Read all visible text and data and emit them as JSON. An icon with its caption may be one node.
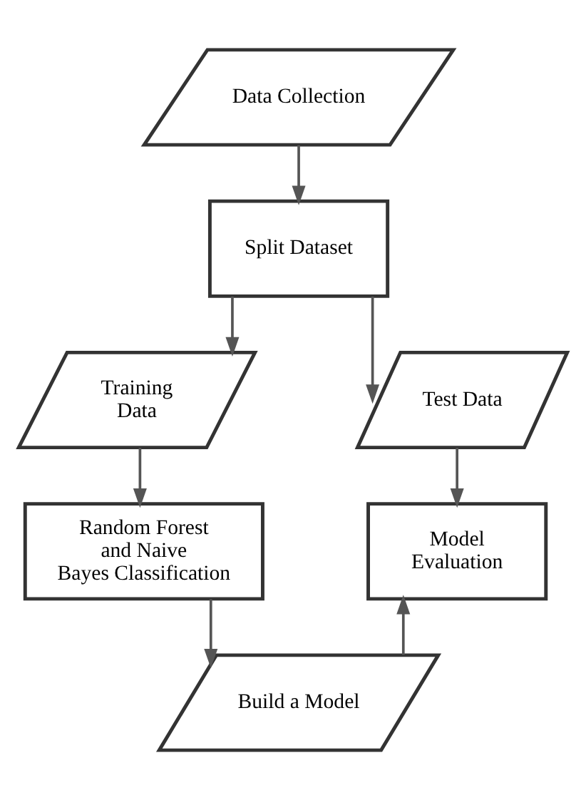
{
  "diagram": {
    "nodes": [
      {
        "text": [
          "Data Collection"
        ]
      },
      {
        "text": [
          "Split Dataset"
        ]
      },
      {
        "text": [
          "Training Data"
        ]
      },
      {
        "text": [
          "Test Data"
        ]
      },
      {
        "text": [
          "Random Forest and Naive Bayes Classification"
        ]
      },
      {
        "text": [
          "Model Evaluation"
        ]
      },
      {
        "text": [
          "Build a Model"
        ]
      }
    ],
    "edges": [
      {
        "from": 0,
        "to": 1,
        "arrow": "to"
      },
      {
        "from": 1,
        "to": 2,
        "arrow": "to"
      },
      {
        "from": 1,
        "to": 3,
        "arrow": "to"
      },
      {
        "from": 2,
        "to": 4,
        "arrow": "to"
      },
      {
        "from": 4,
        "to": 6,
        "arrow": "to"
      },
      {
        "from": 6,
        "to": 5,
        "arrow": "to"
      },
      {
        "from": 3,
        "to": 5,
        "arrow": "to"
      }
    ]
  }
}
